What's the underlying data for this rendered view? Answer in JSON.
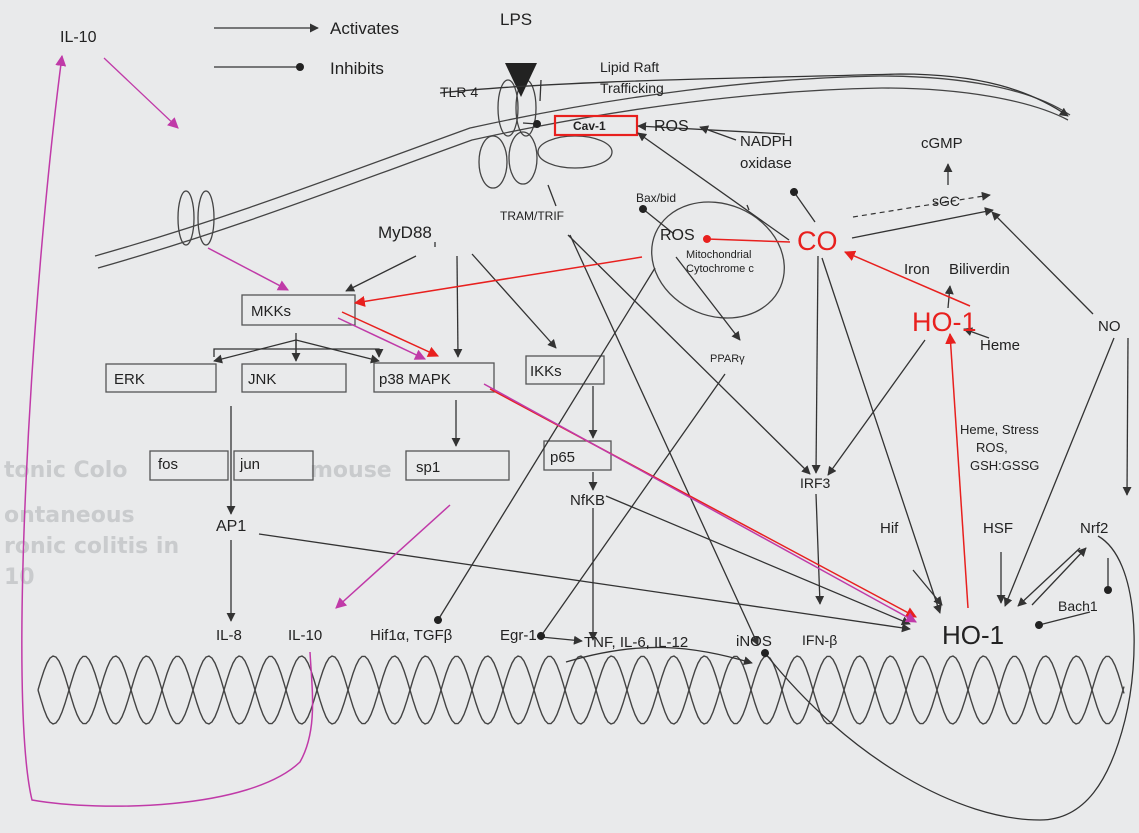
{
  "legend": {
    "activates": "Activates",
    "inhibits": "Inhibits"
  },
  "colors": {
    "background": "#e9eaeb",
    "line": "#333333",
    "red": "#e8201e",
    "magenta": "#c03aa8",
    "ghost_text": "#c9cbcd"
  },
  "background_text": {
    "line1": "tonic Colo",
    "line1b": "mouse",
    "line2": "ontaneous",
    "line3": "ronic colitis in",
    "line4": "10"
  },
  "nodes": {
    "lps": "LPS",
    "il10_top": "IL-10",
    "lipid_raft_1": "Lipid Raft",
    "lipid_raft_2": "Trafficking",
    "tlr4": "TLR 4",
    "cav1": "Cav-1",
    "ros_membrane": "ROS",
    "nadph_1": "NADPH",
    "nadph_2": "oxidase",
    "cgmp": "cGMP",
    "sgc": "sGC",
    "co": "CO",
    "myd88": "MyD88",
    "tram_trif": "TRAM/TRIF",
    "bax_bid": "Bax/bid",
    "ros_mito": "ROS",
    "mito_1": "Mitochondrial",
    "mito_2": "Cytochrome c",
    "iron": "Iron",
    "biliverdin": "Biliverdin",
    "ho1_upper": "HO-1",
    "heme": "Heme",
    "no": "NO",
    "mkks": "MKKs",
    "erk": "ERK",
    "jnk": "JNK",
    "p38": "p38 MAPK",
    "ikks": "IKKs",
    "ppar": "PPARγ",
    "stress_1": "Heme, Stress",
    "stress_2": "ROS,",
    "stress_3": "GSH:GSSG",
    "fos": "fos",
    "jun": "jun",
    "sp1": "sp1",
    "p65": "p65",
    "nfkb": "NfKB",
    "irf3": "IRF3",
    "ap1": "AP1",
    "hif": "Hif",
    "hsf": "HSF",
    "nrf2": "Nrf2",
    "bach1": "Bach1",
    "il8": "IL-8",
    "il10_bottom": "IL-10",
    "hif1a_tgfb": "Hif1α, TGFβ",
    "egr1": "Egr-1",
    "tnf": "TNF, IL-6, IL-12",
    "inos": "iNOS",
    "ifnb": "IFN-β",
    "ho1_gene": "HO-1"
  }
}
